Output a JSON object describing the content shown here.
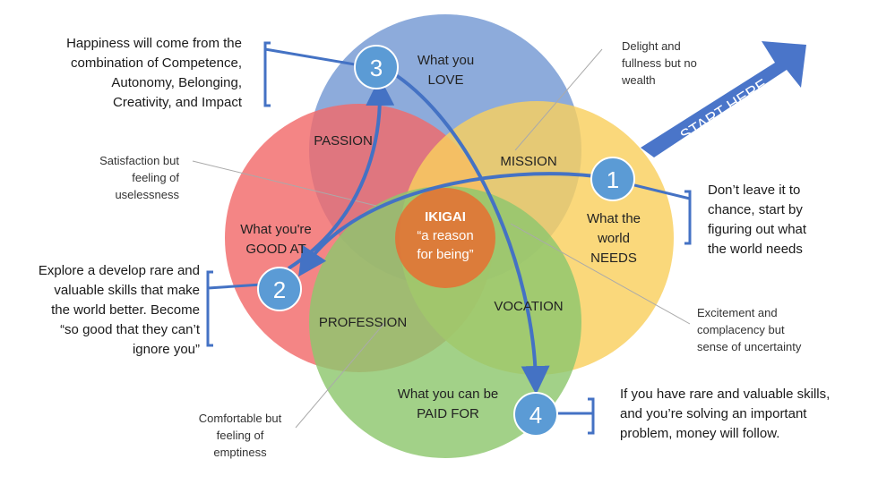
{
  "colors": {
    "love": "#7d9fd6",
    "good": "#f26a6a",
    "needs": "#f9cf5e",
    "paid": "#8dc76e",
    "center": "#f0632a",
    "badge": "#5b9bd5",
    "arrow": "#4472c4",
    "bracket": "#4472c4",
    "start_arrow": "#4a75c9"
  },
  "circles": {
    "love": [
      "What you",
      "LOVE"
    ],
    "good": [
      "What you're",
      "GOOD AT"
    ],
    "needs": [
      "What the",
      "world",
      "NEEDS"
    ],
    "paid": [
      "What you can be",
      "PAID FOR"
    ]
  },
  "overlaps": {
    "passion": "PASSION",
    "mission": "MISSION",
    "profession": "PROFESSION",
    "vocation": "VOCATION"
  },
  "center": {
    "title": "IKIGAI",
    "line1": "“a reason",
    "line2": "for being”"
  },
  "start_label": "START HERE",
  "steps": [
    {
      "number": "1",
      "text": [
        "Don’t leave it to",
        "chance, start by",
        "figuring out what",
        "the world needs"
      ]
    },
    {
      "number": "2",
      "text": [
        "Explore a develop rare and",
        "valuable skills that make",
        "the world better.  Become",
        "“so good that they can’t",
        "ignore you”"
      ]
    },
    {
      "number": "3",
      "text": [
        "Happiness will come from the",
        "combination of Competence,",
        "Autonomy, Belonging,",
        "Creativity, and Impact"
      ]
    },
    {
      "number": "4",
      "text": [
        "If you have rare and valuable skills,",
        "and you’re solving an important",
        "problem,  money will follow."
      ]
    }
  ],
  "notes": {
    "delight": [
      "Delight and",
      "fullness but no",
      "wealth"
    ],
    "satisfaction": [
      "Satisfaction but",
      "feeling of",
      "uselessness"
    ],
    "excitement": [
      "Excitement and",
      "complacency but",
      "sense of uncertainty"
    ],
    "comfortable": [
      "Comfortable but",
      "feeling of",
      "emptiness"
    ]
  }
}
